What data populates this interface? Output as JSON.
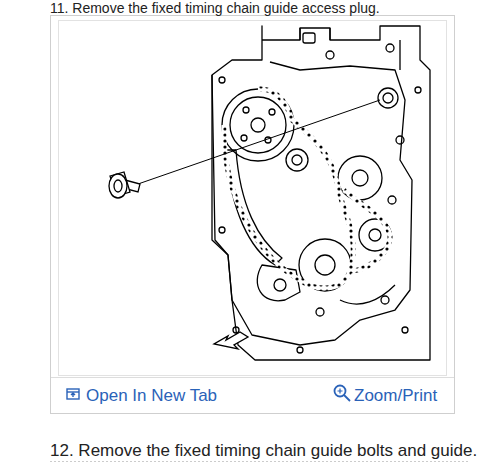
{
  "diagram": {
    "labels": [
      "11. Remove the fixed timing chain guide access plug.",
      "Open In New Tab",
      "Zoom/Print",
      "12. Remove the fixed timing chain guide bolts and guide."
    ]
  }
}
